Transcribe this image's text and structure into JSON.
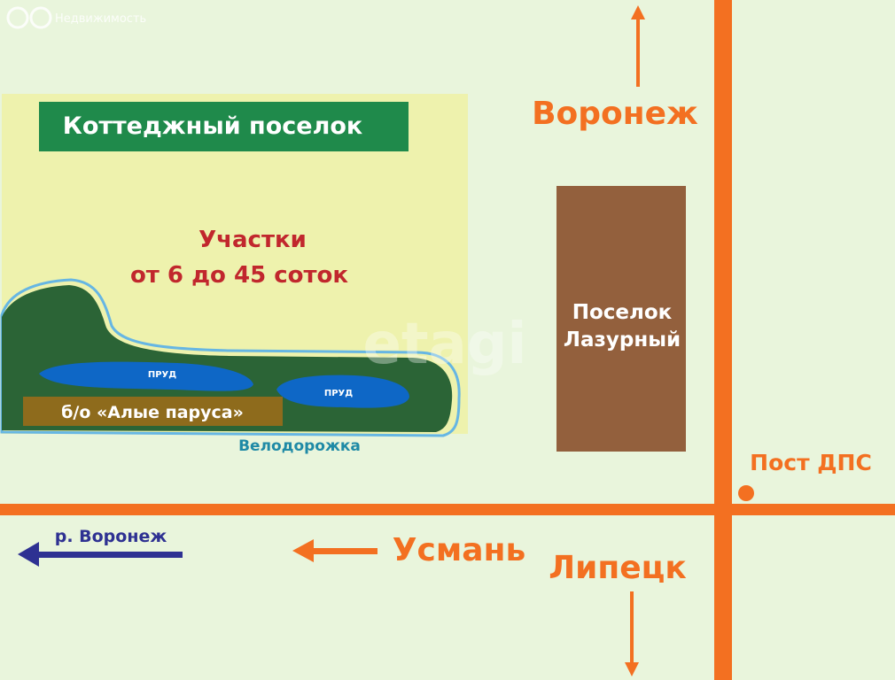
{
  "watermark": {
    "top_left": "Недвижимость",
    "center": "etagi"
  },
  "labels": {
    "cottage_village": "Коттеджный поселок",
    "plots_line1": "Участки",
    "plots_line2": "от 6 до 45 соток",
    "pond1": "ПРУД",
    "pond2": "ПРУД",
    "camp": "б/о «Алые паруса»",
    "bike_path": "Велодорожка",
    "voronezh_city": "Воронеж",
    "village_line1": "Поселок",
    "village_line2": "Лазурный",
    "police_post": "Пост ДПС",
    "river": "р. Воронеж",
    "usman": "Усмань",
    "lipetsk": "Липецк"
  },
  "colors": {
    "background": "#e9f5dc",
    "plot_area": "#eef2ad",
    "banner": "#1f8a4b",
    "forest": "#2b6436",
    "forest_outline": "#66b6e3",
    "pond": "#0e67c6",
    "camp": "#8e6b1c",
    "road": "#f37021",
    "village": "#93603d",
    "plots_text": "#c1272d",
    "bike_path_text": "#1f8aa6",
    "river_arrow": "#2e3192"
  }
}
